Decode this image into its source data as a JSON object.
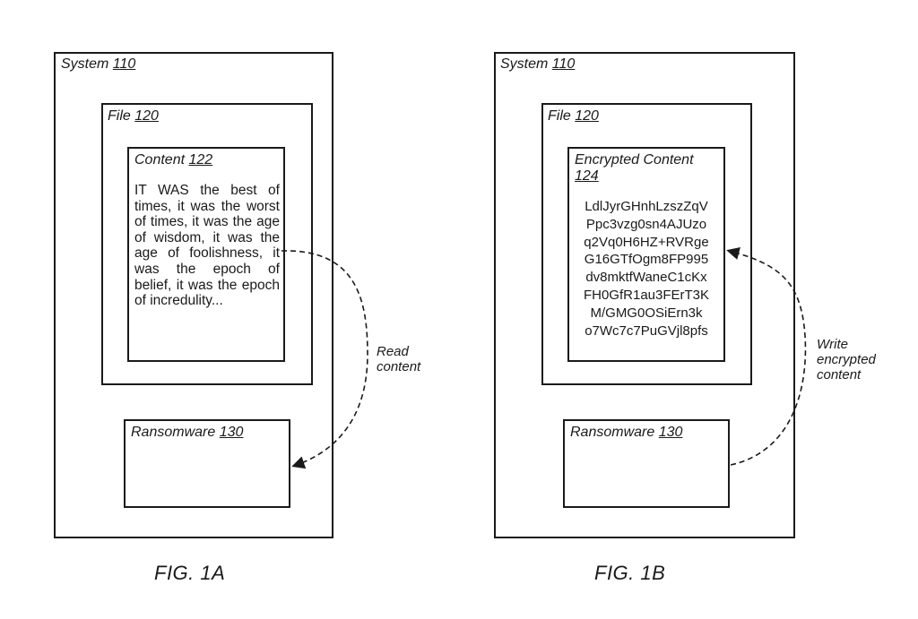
{
  "fig_a": {
    "system": {
      "name": "System",
      "ref": "110"
    },
    "file": {
      "name": "File",
      "ref": "120"
    },
    "content": {
      "name": "Content",
      "ref": "122",
      "text": "IT WAS the best of times, it was the worst of times, it was the age of wisdom, it was the age of foolishness, it was the epoch of belief, it was the epoch of incredulity..."
    },
    "ransomware": {
      "name": "Ransomware",
      "ref": "130"
    },
    "arrow_label": [
      "Read",
      "content"
    ],
    "caption": "FIG. 1A"
  },
  "fig_b": {
    "system": {
      "name": "System",
      "ref": "110"
    },
    "file": {
      "name": "File",
      "ref": "120"
    },
    "content": {
      "name": "Encrypted Content",
      "ref": "124",
      "lines": [
        "LdlJyrGHnhLzszZqV",
        "Ppc3vzg0sn4AJUzo",
        "q2Vq0H6HZ+RVRge",
        "G16GTfOgm8FP995",
        "dv8mktfWaneC1cKx",
        "FH0GfR1au3FErT3K",
        "M/GMG0OSiErn3k",
        "o7Wc7c7PuGVjl8pfs"
      ]
    },
    "ransomware": {
      "name": "Ransomware",
      "ref": "130"
    },
    "arrow_label": [
      "Write",
      "encrypted",
      "content"
    ],
    "caption": "FIG. 1B"
  }
}
